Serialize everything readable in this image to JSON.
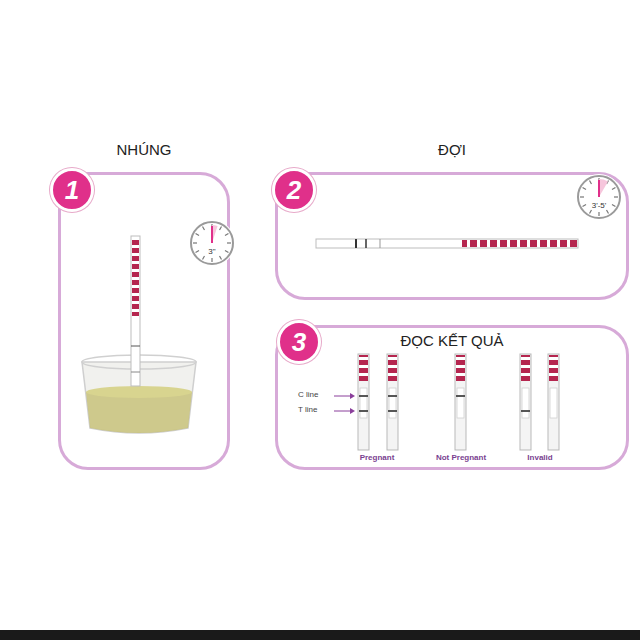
{
  "diagram": {
    "nodes": [
      {
        "text": [
          "NHÚNG"
        ]
      },
      {
        "text": [
          "1"
        ]
      },
      {
        "text": [
          "3\""
        ]
      },
      {
        "text": [
          "ĐỢI"
        ]
      },
      {
        "text": [
          "2"
        ]
      },
      {
        "text": [
          "3'-5'"
        ]
      },
      {
        "text": [
          "ĐỌC KẾT QUẢ"
        ]
      },
      {
        "text": [
          "3"
        ]
      }
    ],
    "labels": [
      "C line",
      "T line",
      "Pregnant",
      "Not Pregnant",
      "Invalid"
    ]
  }
}
